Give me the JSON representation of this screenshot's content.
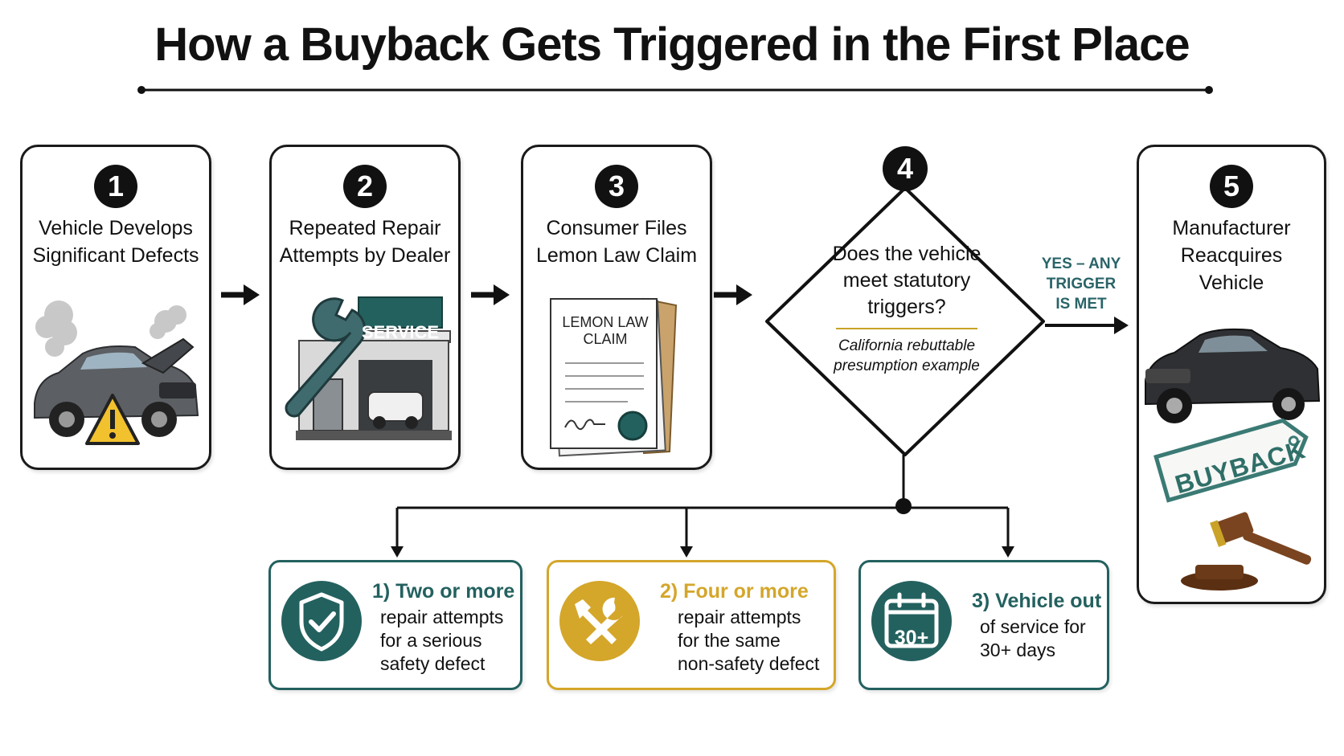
{
  "title": "How a Buyback Gets Triggered in the First Place",
  "steps": [
    {
      "number": "1",
      "label": "Vehicle Develops\nSignificant Defects",
      "icons": [
        "smoking-car-icon",
        "warning-icon"
      ]
    },
    {
      "number": "2",
      "label": "Repeated Repair\nAttempts by Dealer",
      "service_sign": "SERVICE",
      "icons": [
        "wrench-icon",
        "service-garage-icon"
      ]
    },
    {
      "number": "3",
      "label": "Consumer Files\nLemon Law Claim",
      "document_title": "LEMON LAW\nCLAIM",
      "icons": [
        "claim-document-icon",
        "folder-icon",
        "seal-icon"
      ]
    },
    {
      "number": "5",
      "label": "Manufacturer\nReacquires\nVehicle",
      "stamp": "BUYBACK",
      "icons": [
        "sedan-icon",
        "buyback-tag-icon",
        "gavel-icon"
      ]
    }
  ],
  "decision": {
    "number": "4",
    "question": "Does the vehicle\nmeet statutory\ntriggers?",
    "note": "California rebuttable\npresumption example",
    "yes_label": "YES – ANY\nTRIGGER\nIS MET"
  },
  "conditions": [
    {
      "head": "1) Two or more",
      "body": "repair attempts\nfor a serious\nsafety defect",
      "icon": "shield-check-icon",
      "color": "#23615f"
    },
    {
      "head": "2) Four or more",
      "body": "repair attempts\nfor the same\nnon-safety defect",
      "icon": "tools-icon",
      "color": "#d4a62a"
    },
    {
      "head": "3) Vehicle out",
      "body": "of service for\n30+ days",
      "icon": "calendar-icon",
      "badge_text": "30+",
      "color": "#23615f"
    }
  ],
  "colors": {
    "teal": "#23615f",
    "gold": "#d4a62a",
    "ink": "#111111"
  }
}
